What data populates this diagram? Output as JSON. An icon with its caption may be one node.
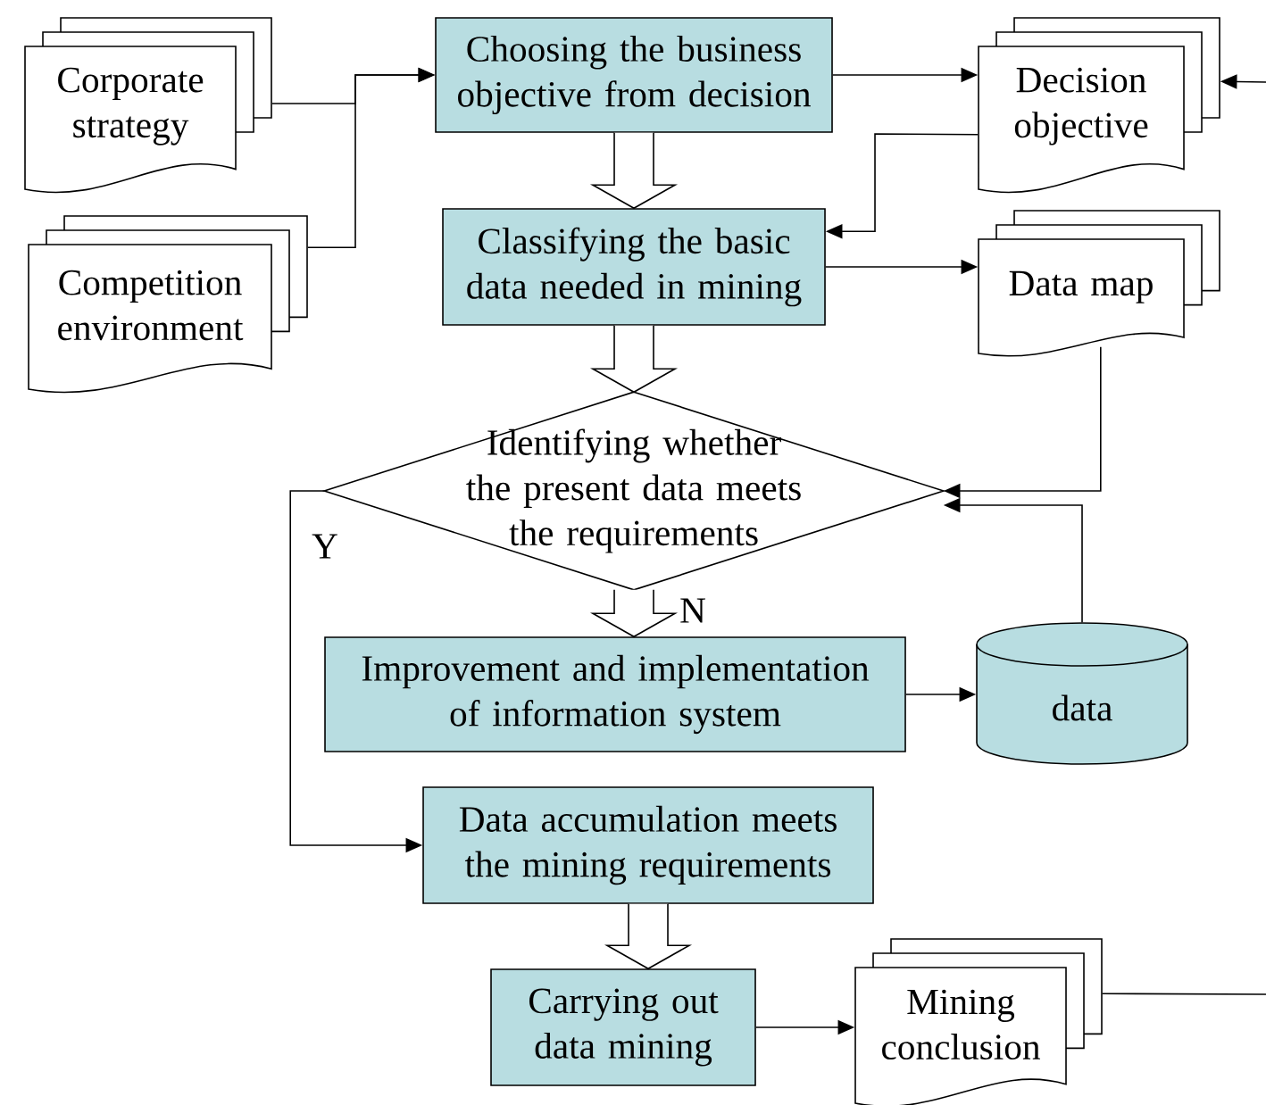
{
  "diagram": {
    "nodes": [
      {
        "text": [
          "Corporate strategy"
        ]
      },
      {
        "text": [
          "Competition environment"
        ]
      },
      {
        "text": [
          "Choosing the business objective from decision"
        ]
      },
      {
        "text": [
          "Decision objective"
        ]
      },
      {
        "text": [
          "Classifying the basic data needed in mining"
        ]
      },
      {
        "text": [
          "Data map"
        ]
      },
      {
        "text": [
          "Identifying whether the present data meets the requirements"
        ]
      },
      {
        "text": [
          "Improvement and implementation of information system"
        ]
      },
      {
        "text": [
          "data"
        ]
      },
      {
        "text": [
          "Data accumulation meets the mining requirements"
        ]
      },
      {
        "text": [
          "Carrying out data mining"
        ]
      },
      {
        "text": [
          "Mining conclusion"
        ]
      }
    ],
    "edges": [
      {
        "from": 0,
        "to": 2,
        "arrow": "to"
      },
      {
        "from": 1,
        "to": 2,
        "arrow": "to"
      },
      {
        "from": 2,
        "to": 3,
        "arrow": "to"
      },
      {
        "from": null,
        "to": 3,
        "arrow": "to"
      },
      {
        "from": 3,
        "to": 4,
        "arrow": "to"
      },
      {
        "from": 2,
        "to": 4,
        "arrow": "to",
        "style": "thick"
      },
      {
        "from": 4,
        "to": 5,
        "arrow": "to"
      },
      {
        "from": 4,
        "to": 6,
        "arrow": "to",
        "style": "thick"
      },
      {
        "from": 5,
        "to": 6,
        "arrow": "to"
      },
      {
        "from": 8,
        "to": 6,
        "arrow": "to"
      },
      {
        "from": 6,
        "to": 7,
        "arrow": "to",
        "style": "thick",
        "label": "N"
      },
      {
        "from": 7,
        "to": 8,
        "arrow": "to"
      },
      {
        "from": 6,
        "to": 9,
        "arrow": "to",
        "label": "Y"
      },
      {
        "from": 9,
        "to": 10,
        "arrow": "to",
        "style": "thick"
      },
      {
        "from": 10,
        "to": 11,
        "arrow": "to"
      },
      {
        "from": 11,
        "to": null,
        "arrow": "none"
      }
    ]
  }
}
